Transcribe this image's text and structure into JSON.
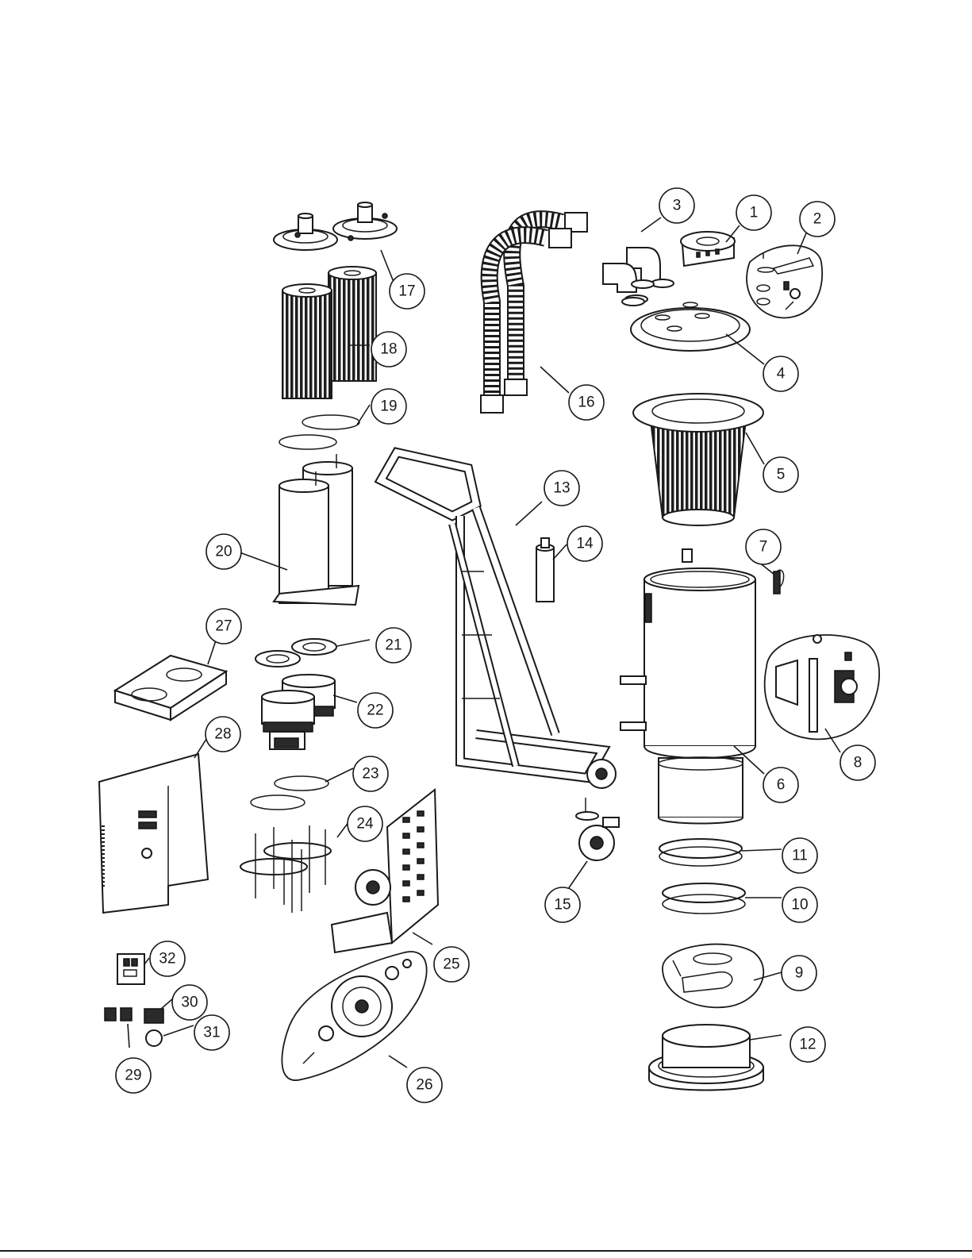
{
  "callouts": [
    {
      "label": "1"
    },
    {
      "label": "2"
    },
    {
      "label": "3"
    },
    {
      "label": "4"
    },
    {
      "label": "5"
    },
    {
      "label": "6"
    },
    {
      "label": "7"
    },
    {
      "label": "8"
    },
    {
      "label": "9"
    },
    {
      "label": "10"
    },
    {
      "label": "11"
    },
    {
      "label": "12"
    },
    {
      "label": "13"
    },
    {
      "label": "14"
    },
    {
      "label": "15"
    },
    {
      "label": "16"
    },
    {
      "label": "17"
    },
    {
      "label": "18"
    },
    {
      "label": "19"
    },
    {
      "label": "20"
    },
    {
      "label": "21"
    },
    {
      "label": "22"
    },
    {
      "label": "23"
    },
    {
      "label": "24"
    },
    {
      "label": "25"
    },
    {
      "label": "26"
    },
    {
      "label": "27"
    },
    {
      "label": "28"
    },
    {
      "label": "29"
    },
    {
      "label": "30"
    },
    {
      "label": "31"
    },
    {
      "label": "32"
    }
  ],
  "colors": {
    "line": "#1a1a1a",
    "background": "#ffffff"
  }
}
